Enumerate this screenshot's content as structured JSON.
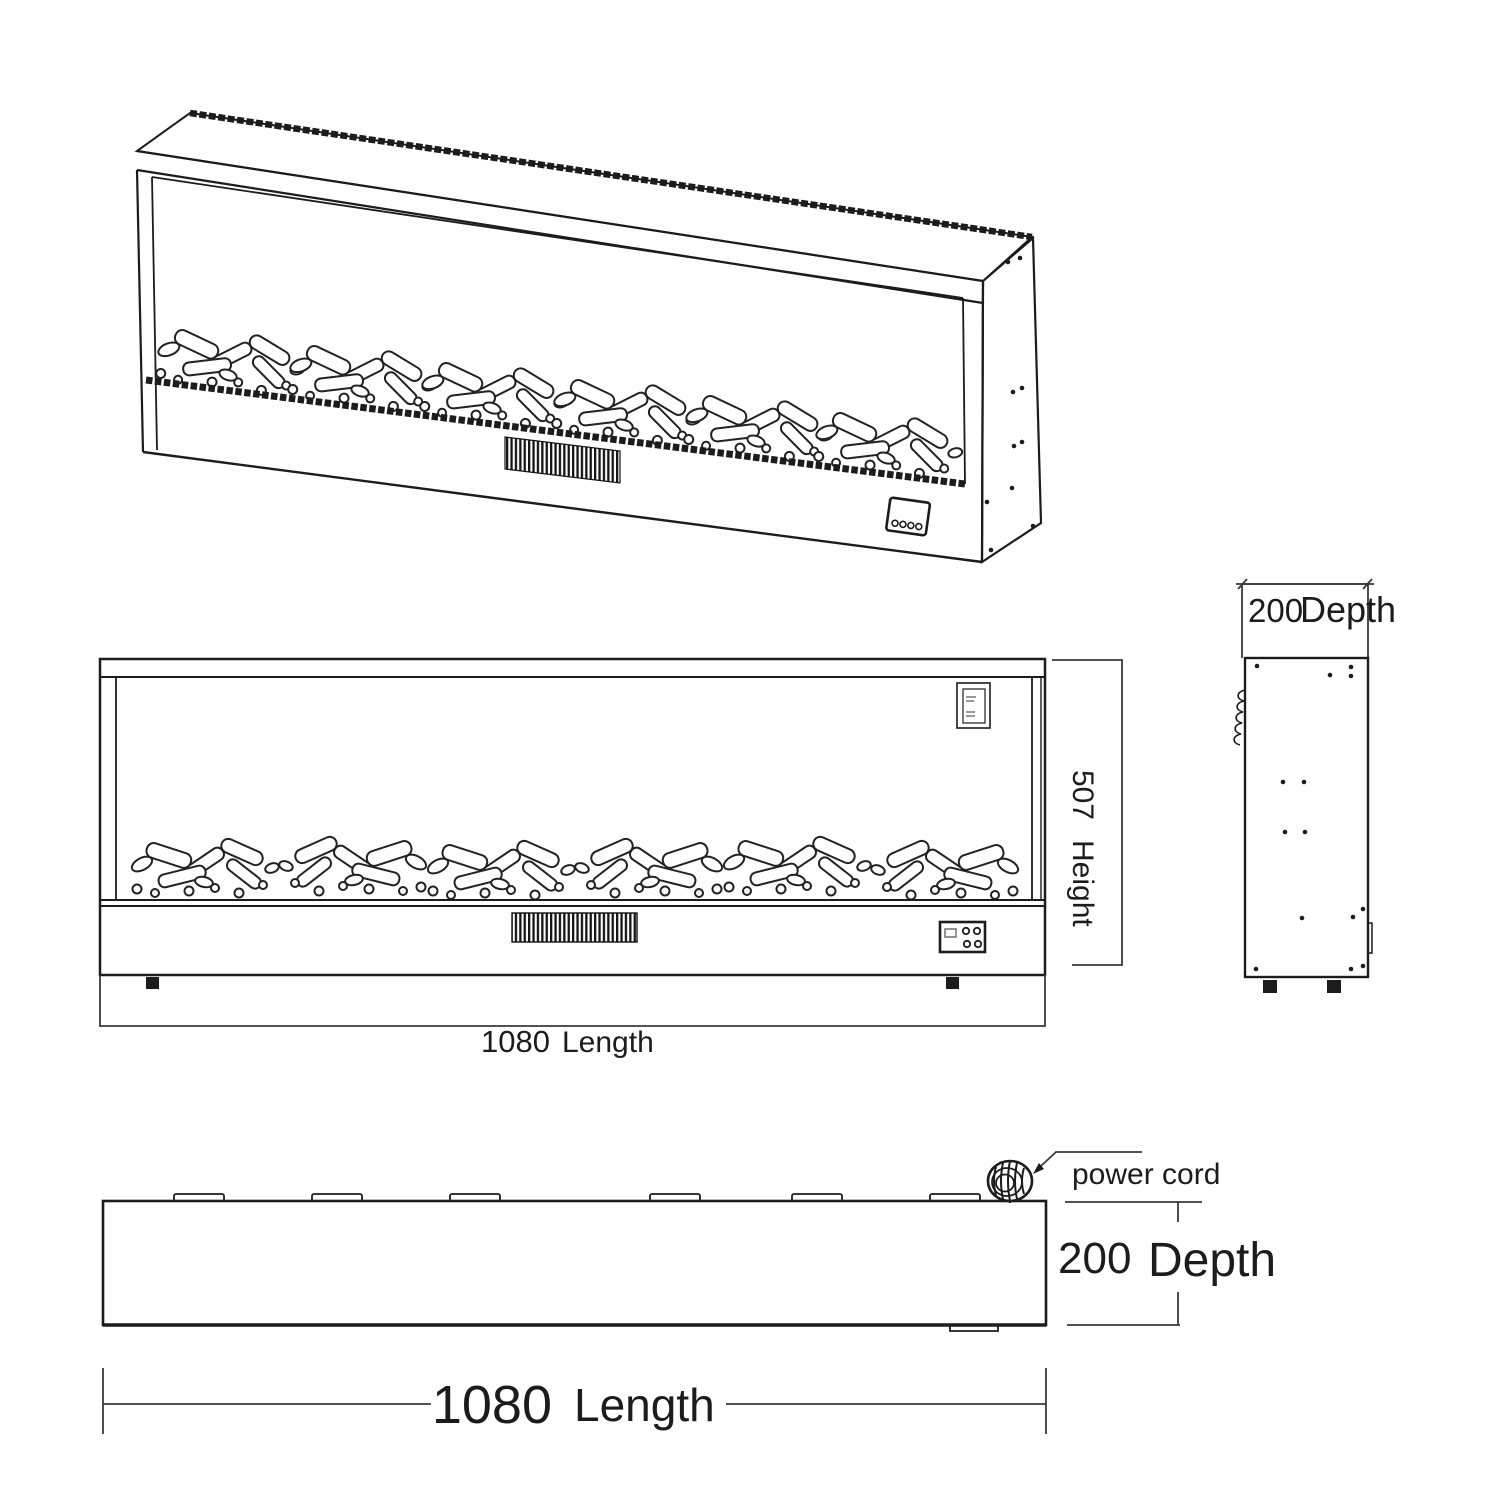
{
  "views": {
    "front": {
      "length_value": "1080",
      "length_label": "Length",
      "height_value": "507",
      "height_label": "Height"
    },
    "side": {
      "depth_value": "200",
      "depth_label": "Depth"
    },
    "top": {
      "length_value": "1080",
      "length_label": "Length",
      "depth_value": "200",
      "depth_label": "Depth",
      "power_cord_label": "power cord"
    }
  },
  "colors": {
    "line": "#1c1c1c",
    "background": "#ffffff"
  }
}
